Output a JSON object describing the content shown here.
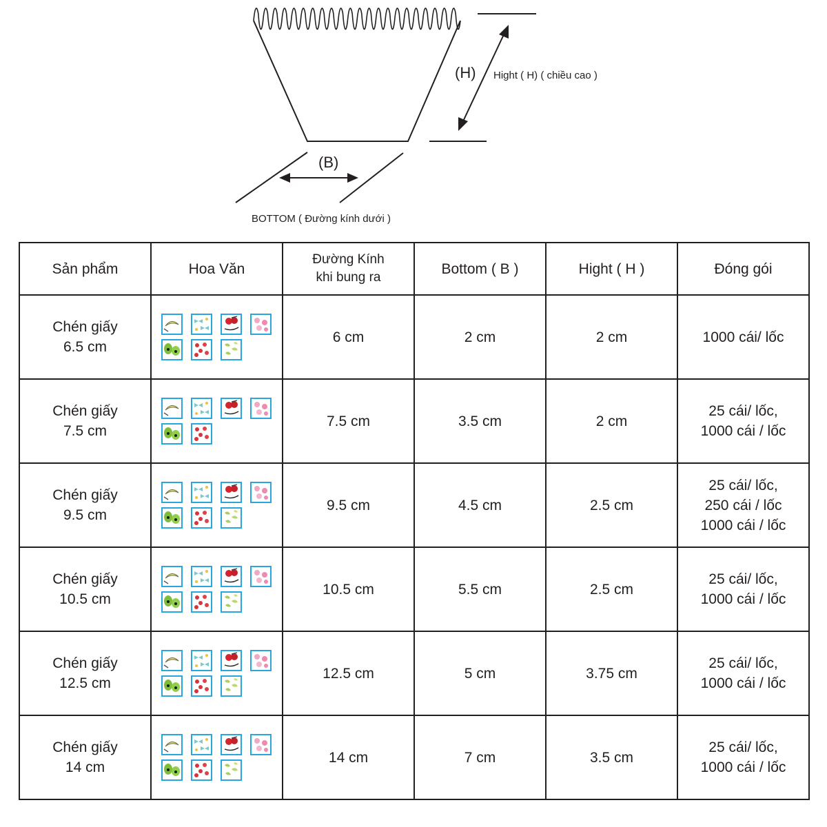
{
  "diagram": {
    "h_marker": "(H)",
    "h_label": "Hight ( H) ( chiều cao )",
    "b_marker": "(B)",
    "b_label": "BOTTOM ( Đường kính dưới )"
  },
  "table": {
    "headers": {
      "product": "Sản phẩm",
      "pattern": "Hoa Văn",
      "diameter_line1": "Đường Kính",
      "diameter_line2": "khi bung ra",
      "bottom": "Bottom ( B )",
      "height": "Hight ( H )",
      "packing": "Đóng gói"
    },
    "rows": [
      {
        "product_line1": "Chén giấy",
        "product_line2": "6.5 cm",
        "patterns": [
          "banana-icon",
          "bow-pattern-icon",
          "cherry-icon",
          "pink-flower-icon",
          "pear-icon",
          "strawberry-icon",
          "leaf-pattern-icon"
        ],
        "diameter": "6 cm",
        "bottom": "2 cm",
        "height": "2 cm",
        "packing": [
          "1000 cái/ lốc"
        ]
      },
      {
        "product_line1": "Chén giấy",
        "product_line2": "7.5 cm",
        "patterns": [
          "banana-icon",
          "bow-pattern-icon",
          "cherry-icon",
          "pink-flower-icon",
          "pear-icon",
          "strawberry-icon"
        ],
        "diameter": "7.5 cm",
        "bottom": "3.5 cm",
        "height": "2 cm",
        "packing": [
          "25 cái/ lốc,",
          "1000 cái / lốc"
        ]
      },
      {
        "product_line1": "Chén giấy",
        "product_line2": "9.5 cm",
        "patterns": [
          "banana-icon",
          "bow-pattern-icon",
          "cherry-icon",
          "pink-flower-icon",
          "pear-icon",
          "strawberry-icon",
          "leaf-pattern-icon"
        ],
        "diameter": "9.5 cm",
        "bottom": "4.5 cm",
        "height": "2.5 cm",
        "packing": [
          "25 cái/ lốc,",
          "250 cái / lốc",
          "1000 cái / lốc"
        ]
      },
      {
        "product_line1": "Chén giấy",
        "product_line2": "10.5 cm",
        "patterns": [
          "banana-icon",
          "bow-pattern-icon",
          "cherry-icon",
          "pink-flower-icon",
          "pear-icon",
          "strawberry-icon",
          "leaf-pattern-icon"
        ],
        "diameter": "10.5 cm",
        "bottom": "5.5 cm",
        "height": "2.5 cm",
        "packing": [
          "25 cái/ lốc,",
          "1000 cái / lốc"
        ]
      },
      {
        "product_line1": "Chén giấy",
        "product_line2": "12.5 cm",
        "patterns": [
          "banana-icon",
          "bow-pattern-icon",
          "cherry-icon",
          "pink-flower-icon",
          "pear-icon",
          "strawberry-icon",
          "leaf-pattern-icon"
        ],
        "diameter": "12.5 cm",
        "bottom": "5 cm",
        "height": "3.75 cm",
        "packing": [
          "25 cái/ lốc,",
          "1000 cái / lốc"
        ]
      },
      {
        "product_line1": "Chén giấy",
        "product_line2": "14 cm",
        "patterns": [
          "banana-icon",
          "bow-pattern-icon",
          "cherry-icon",
          "pink-flower-icon",
          "pear-icon",
          "strawberry-icon",
          "leaf-pattern-icon"
        ],
        "diameter": "14 cm",
        "bottom": "7 cm",
        "height": "3.5 cm",
        "packing": [
          "25 cái/ lốc,",
          "1000 cái / lốc"
        ]
      }
    ]
  },
  "colors": {
    "ink": "#231f20",
    "swatch_border": "#2aa6df"
  }
}
